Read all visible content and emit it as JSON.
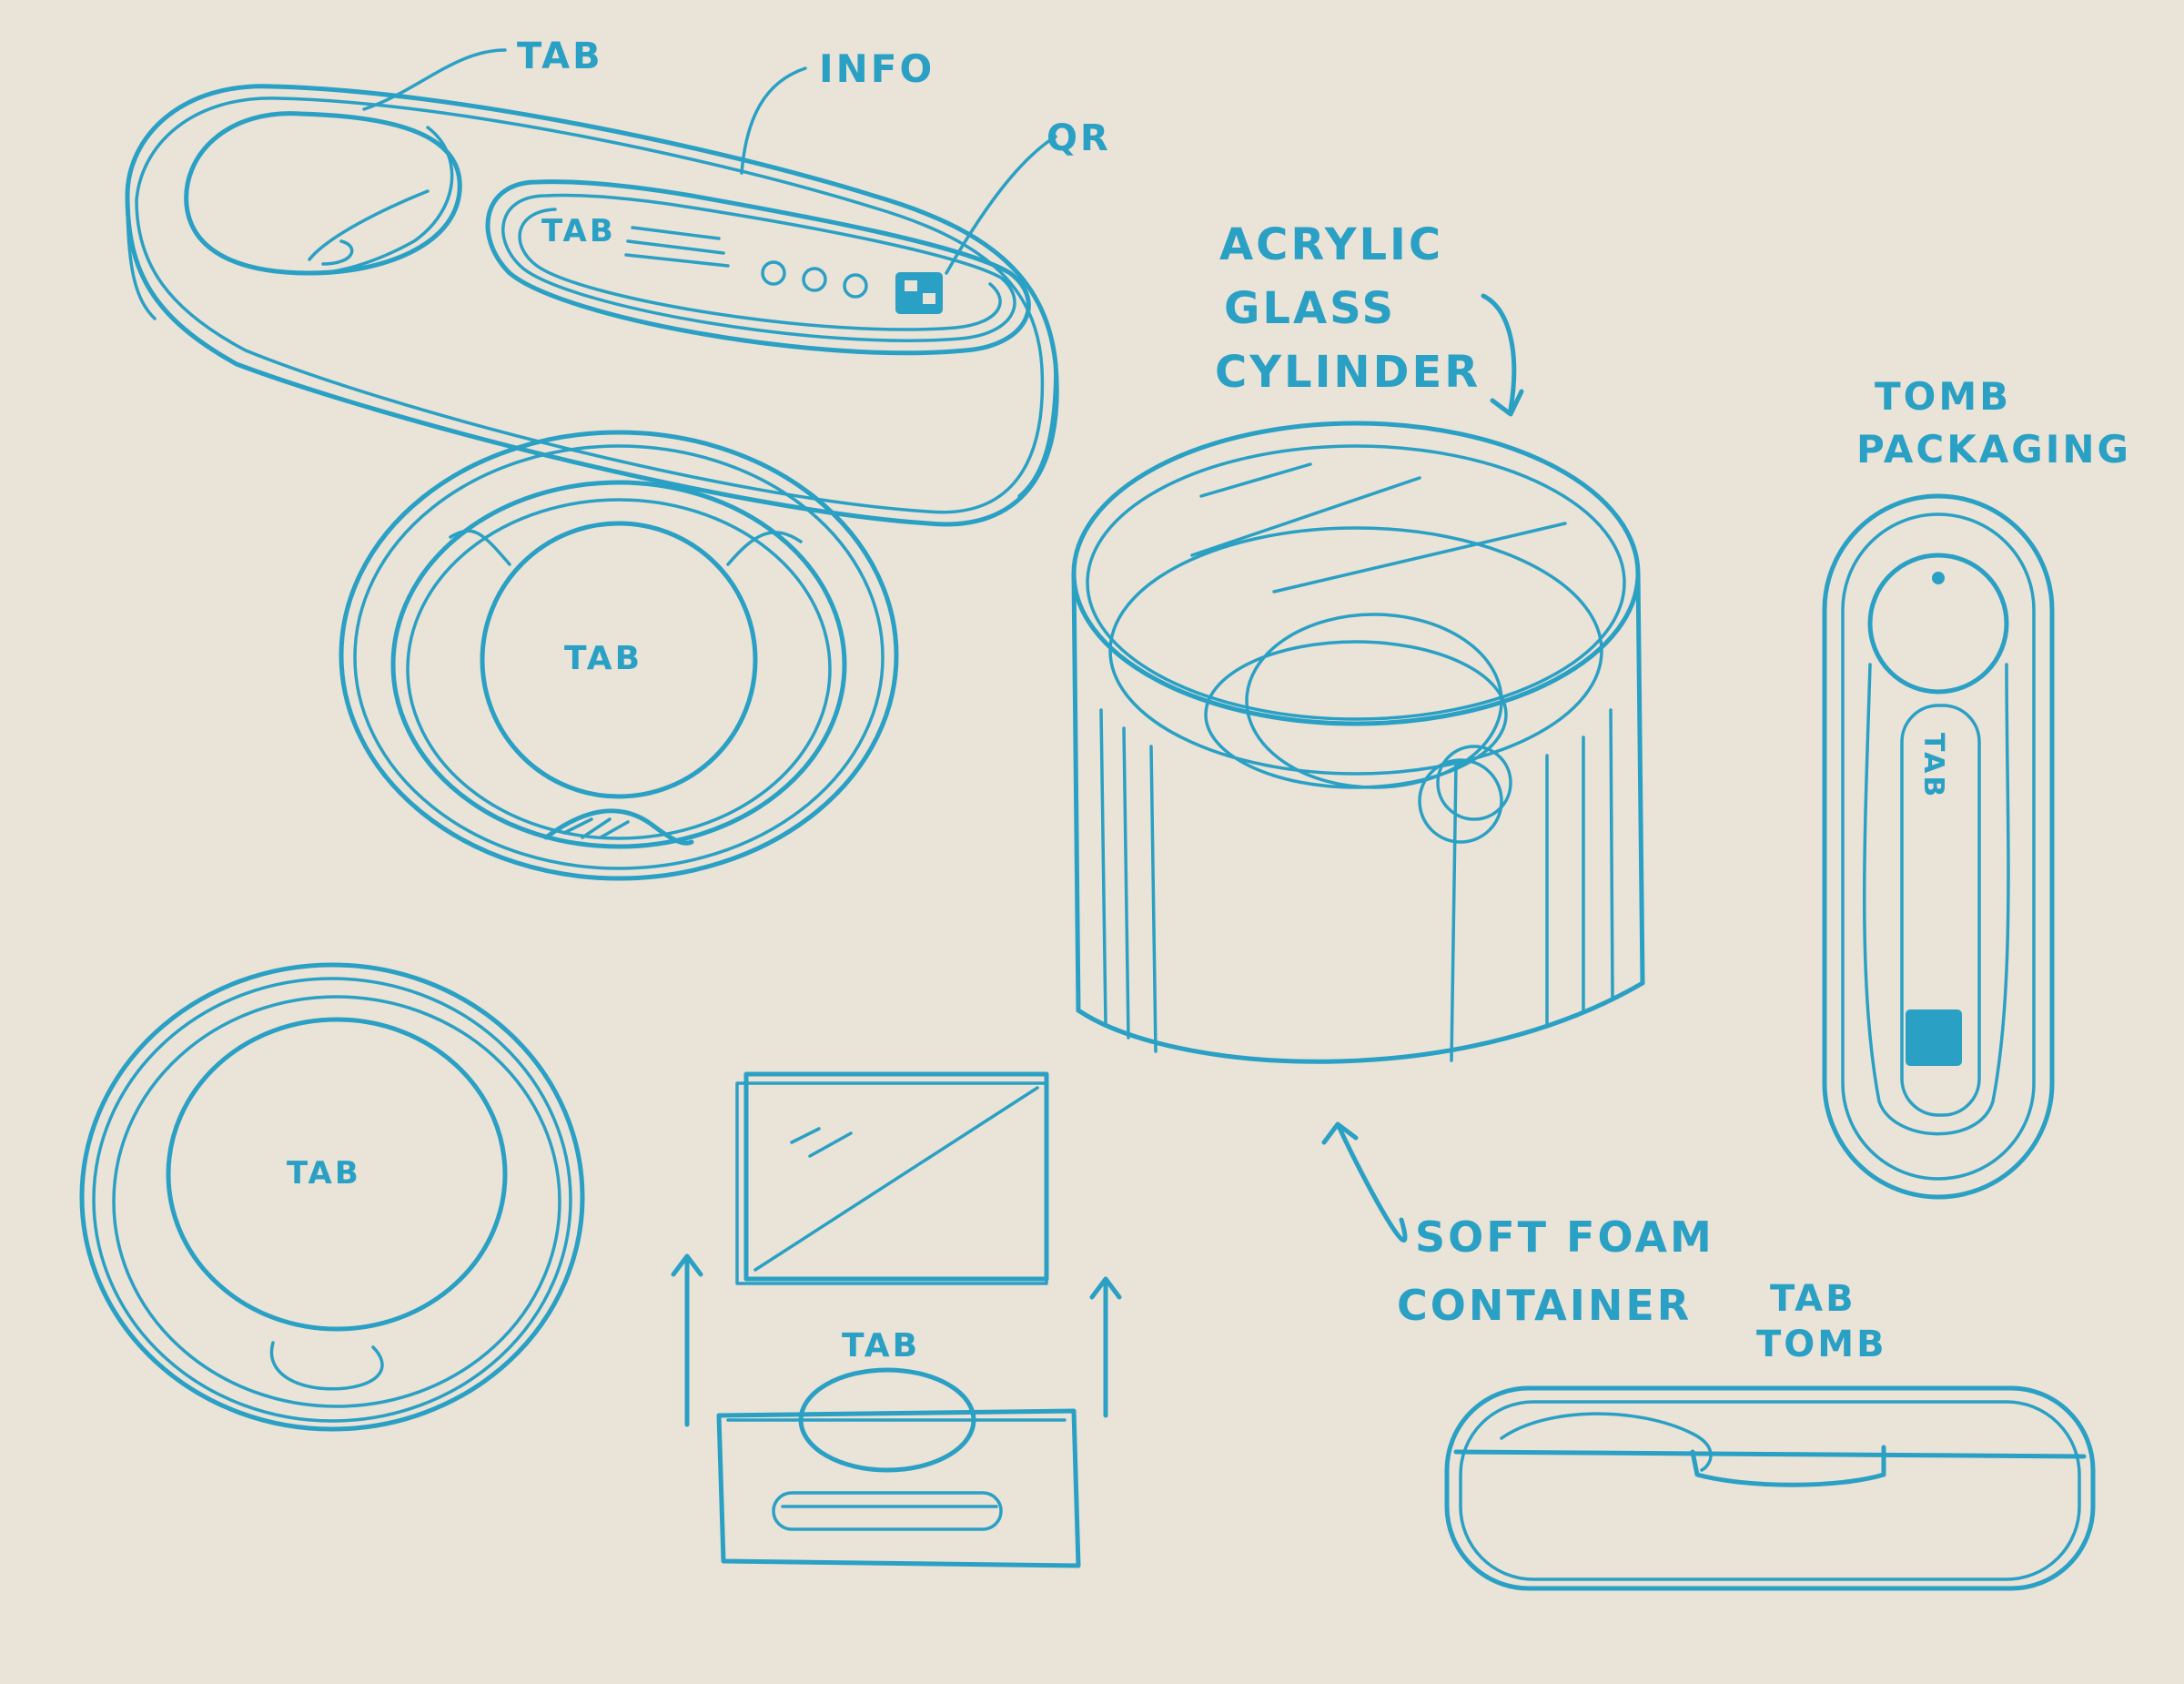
{
  "ink_color": "#2aa0c4",
  "paper_color": "#e9e3d8",
  "labels": {
    "oval_tab_callout": "TAB",
    "info_callout": "INFO",
    "qr_callout": "QR",
    "oval_inner_tab": "TAB",
    "round_case_tab": "TAB",
    "ring_case_tab": "TAB",
    "box_tab": "TAB",
    "acrylic_line1": "ACRYLIC",
    "acrylic_line2": "GLASS",
    "acrylic_line3": "CYLINDER",
    "tomb_line1": "TOMB",
    "tomb_line2": "PACKAGING",
    "tomb_vertical_tab": "TAB",
    "foam_line1": "SOFT FOAM",
    "foam_line2": "CONTAINER",
    "tab_tomb_line1": "TAB",
    "tab_tomb_line2": "TOMB"
  }
}
